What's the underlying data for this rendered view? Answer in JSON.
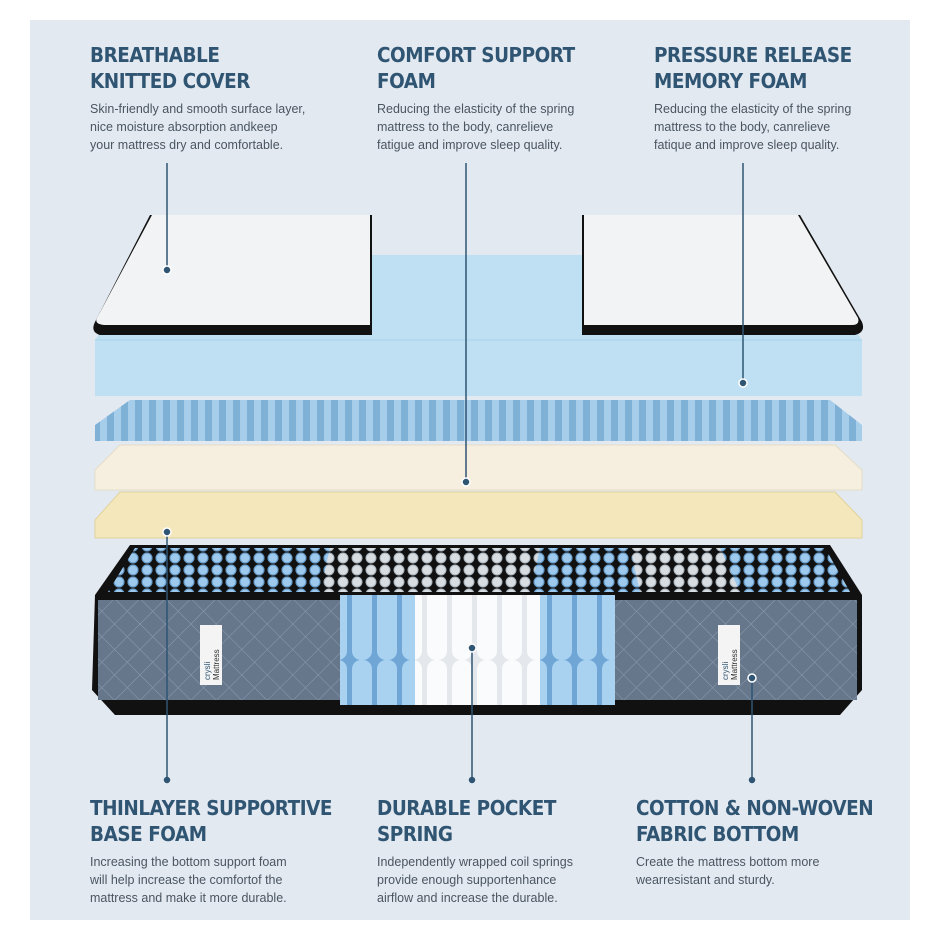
{
  "callouts": [
    {
      "title_1": "BREATHABLE",
      "title_2": "KNITTED COVER",
      "text_1": "Skin-friendly and smooth surface layer,",
      "text_2": "nice moisture absorption andkeep",
      "text_3": "your mattress dry and comfortable."
    },
    {
      "title_1": "COMFORT SUPPORT",
      "title_2": "FOAM",
      "text_1": "Reducing the elasticity of the spring",
      "text_2": "mattress to the body, canrelieve",
      "text_3": "fatigue and improve sleep quality."
    },
    {
      "title_1": "PRESSURE RELEASE",
      "title_2": "MEMORY FOAM",
      "text_1": "Reducing the elasticity of the spring",
      "text_2": "mattress to the body, canrelieve",
      "text_3": "fatique and improve sleep quality."
    },
    {
      "title_1": "THINLAYER SUPPORTIVE",
      "title_2": "BASE FOAM",
      "text_1": "Increasing the bottom support foam",
      "text_2": "will help increase the comfortof the",
      "text_3": "mattress and make it more durable."
    },
    {
      "title_1": "DURABLE POCKET",
      "title_2": "SPRING",
      "text_1": "Independently wrapped coil springs",
      "text_2": "provide enough supportenhance",
      "text_3": "airflow and increase the durable."
    },
    {
      "title_1": "COTTON & NON-WOVEN",
      "title_2": "FABRIC BOTTOM",
      "text_1": "Create the mattress bottom more",
      "text_2": "wearresistant and sturdy.",
      "text_3": ""
    }
  ],
  "brand_label": {
    "name": "crysli",
    "sub": "Mattress"
  },
  "colors": {
    "heading": "#2f5573",
    "panel": "#e3e9f1",
    "blue_foam": "#bfe0f3",
    "cream_foam": "#f6efdf",
    "yellow_foam": "#f3e7bb",
    "side_fabric": "#6b7b8f"
  }
}
